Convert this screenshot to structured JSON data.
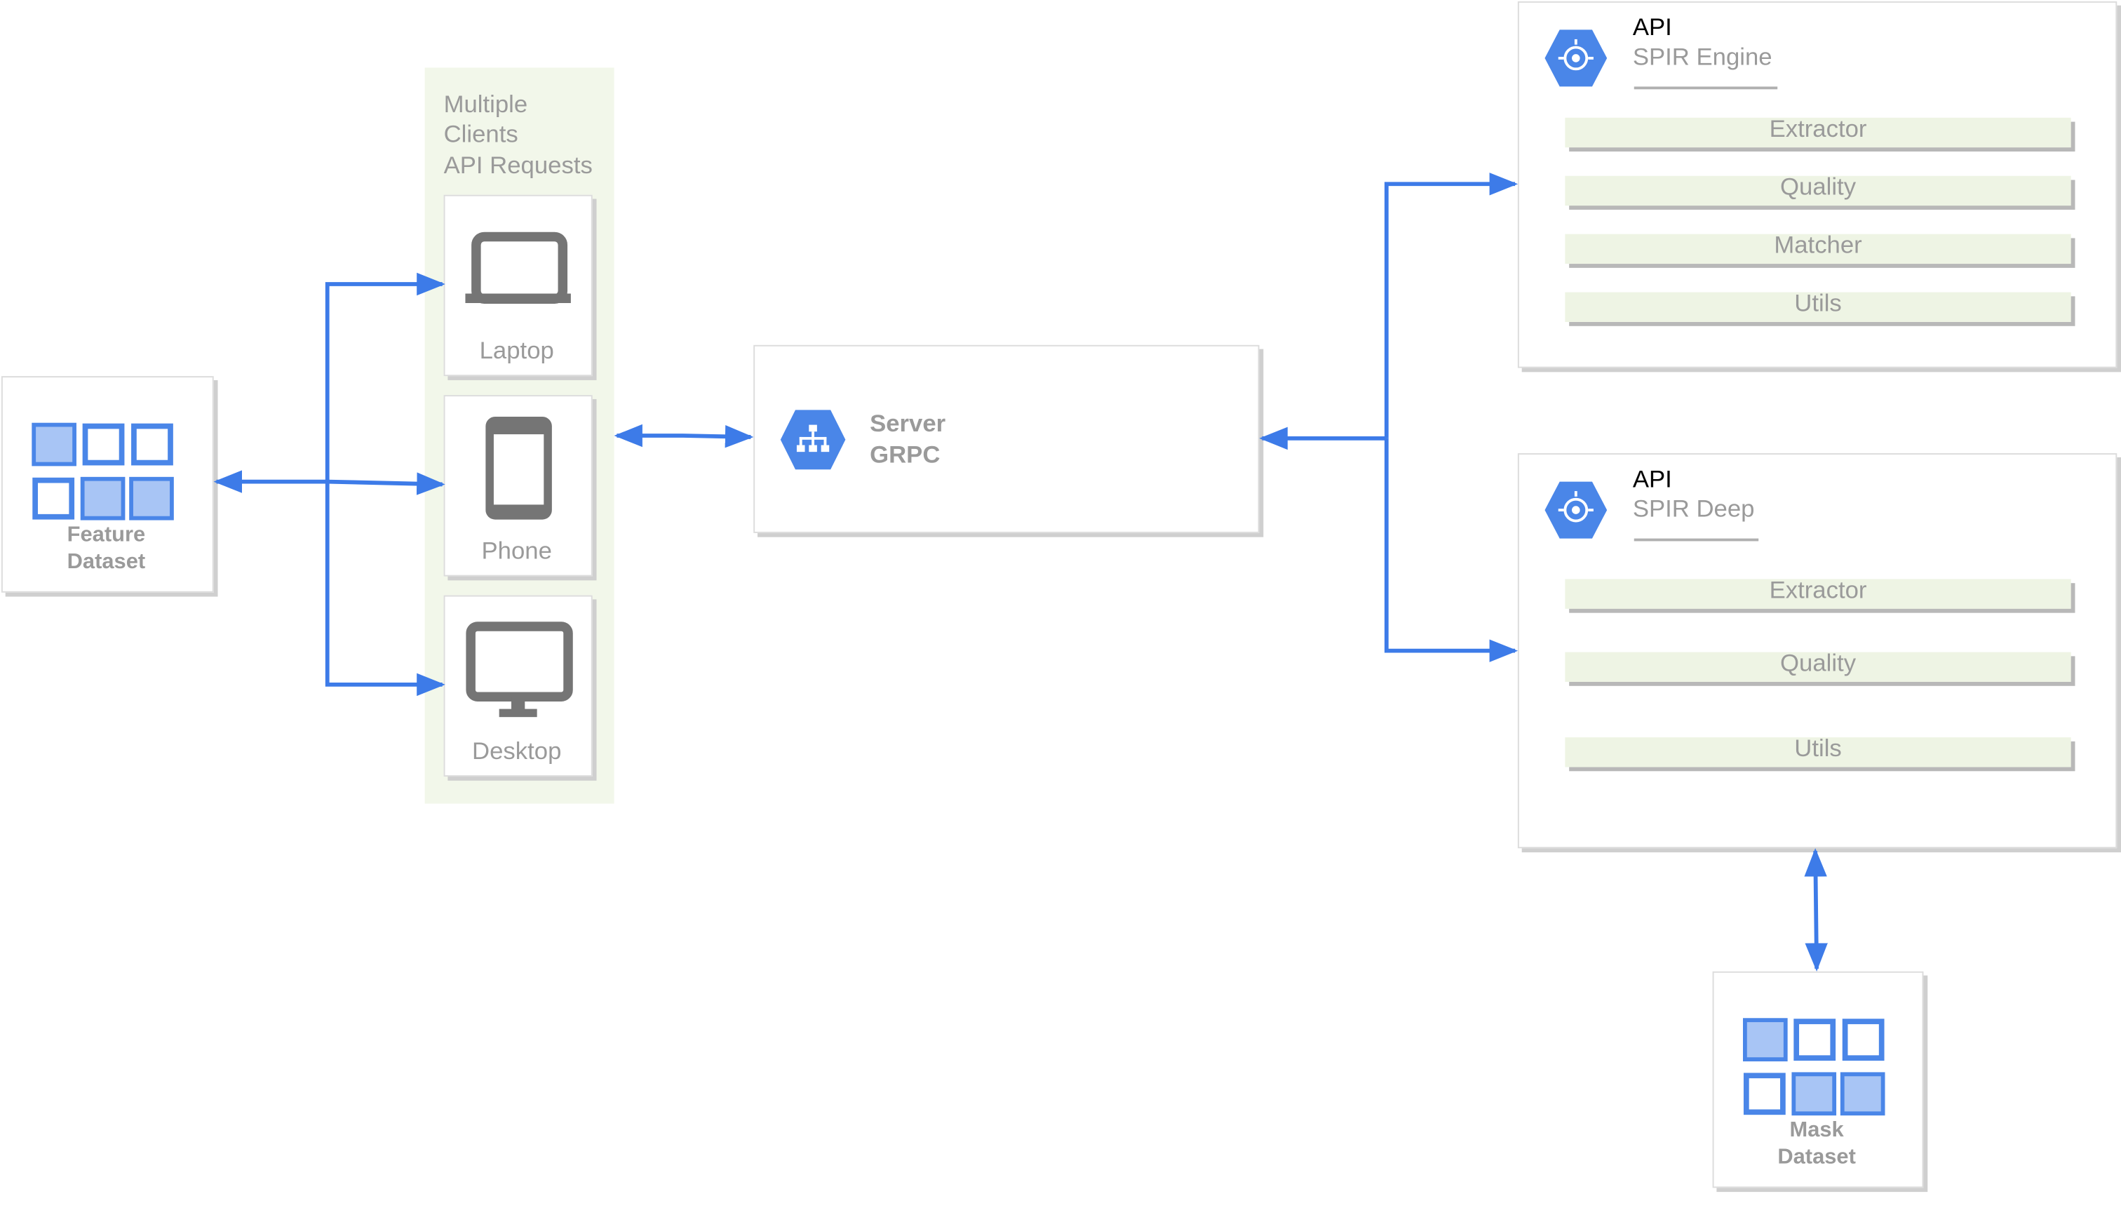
{
  "clients_group": {
    "title_line1": "Multiple",
    "title_line2": "Clients",
    "title_line3": "API Requests",
    "laptop_label": "Laptop",
    "phone_label": "Phone",
    "desktop_label": "Desktop"
  },
  "feature_dataset": {
    "line1": "Feature",
    "line2": "Dataset"
  },
  "server": {
    "line1": "Server",
    "line2": "GRPC",
    "icon": "load-balancer-hexagon-icon"
  },
  "spir_engine": {
    "heading": "API",
    "name": "SPIR Engine",
    "icon": "api-hexagon-icon",
    "modules": [
      "Extractor",
      "Quality",
      "Matcher",
      "Utils"
    ]
  },
  "spir_deep": {
    "heading": "API",
    "name": "SPIR Deep",
    "icon": "api-hexagon-icon",
    "modules": [
      "Extractor",
      "Quality",
      "Utils"
    ]
  },
  "mask_dataset": {
    "line1": "Mask",
    "line2": "Dataset"
  },
  "colors": {
    "arrow": "#3d7be8",
    "hexagon": "#4a86e8",
    "group_background": "#f2f7ea",
    "module_bar": "#eef4e4",
    "device_icon": "#757575"
  }
}
